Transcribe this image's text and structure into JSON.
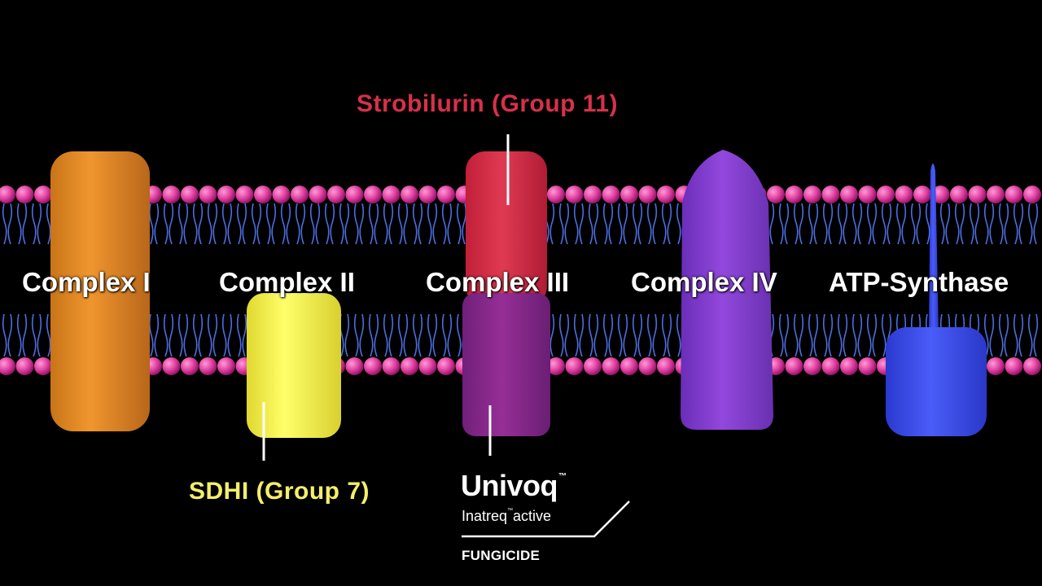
{
  "complexes": [
    {
      "id": "complex-i",
      "label": "Complex I",
      "color": "#e08a2a"
    },
    {
      "id": "complex-ii",
      "label": "Complex II",
      "color": "#f4f04a"
    },
    {
      "id": "complex-iii",
      "label": "Complex III",
      "color_top": "#d8304a",
      "color_bottom": "#8a2a8a"
    },
    {
      "id": "complex-iv",
      "label": "Complex IV",
      "color": "#8a3ed0"
    },
    {
      "id": "atp-synthase",
      "label": "ATP-Synthase",
      "color": "#3a4ef0"
    }
  ],
  "callouts": {
    "strobilurin": {
      "text": "Strobilurin (Group 11)",
      "color": "#d8304a"
    },
    "sdhi": {
      "text": "SDHI (Group 7)",
      "color": "#f4ee6a"
    }
  },
  "brand": {
    "name": "Univoq",
    "tm": "™",
    "active_name": "Inatreq",
    "active_suffix": "active",
    "type": "FUNGICIDE"
  },
  "membrane": {
    "head_color": "#e040a0",
    "tail_color": "#4a6ee0"
  }
}
